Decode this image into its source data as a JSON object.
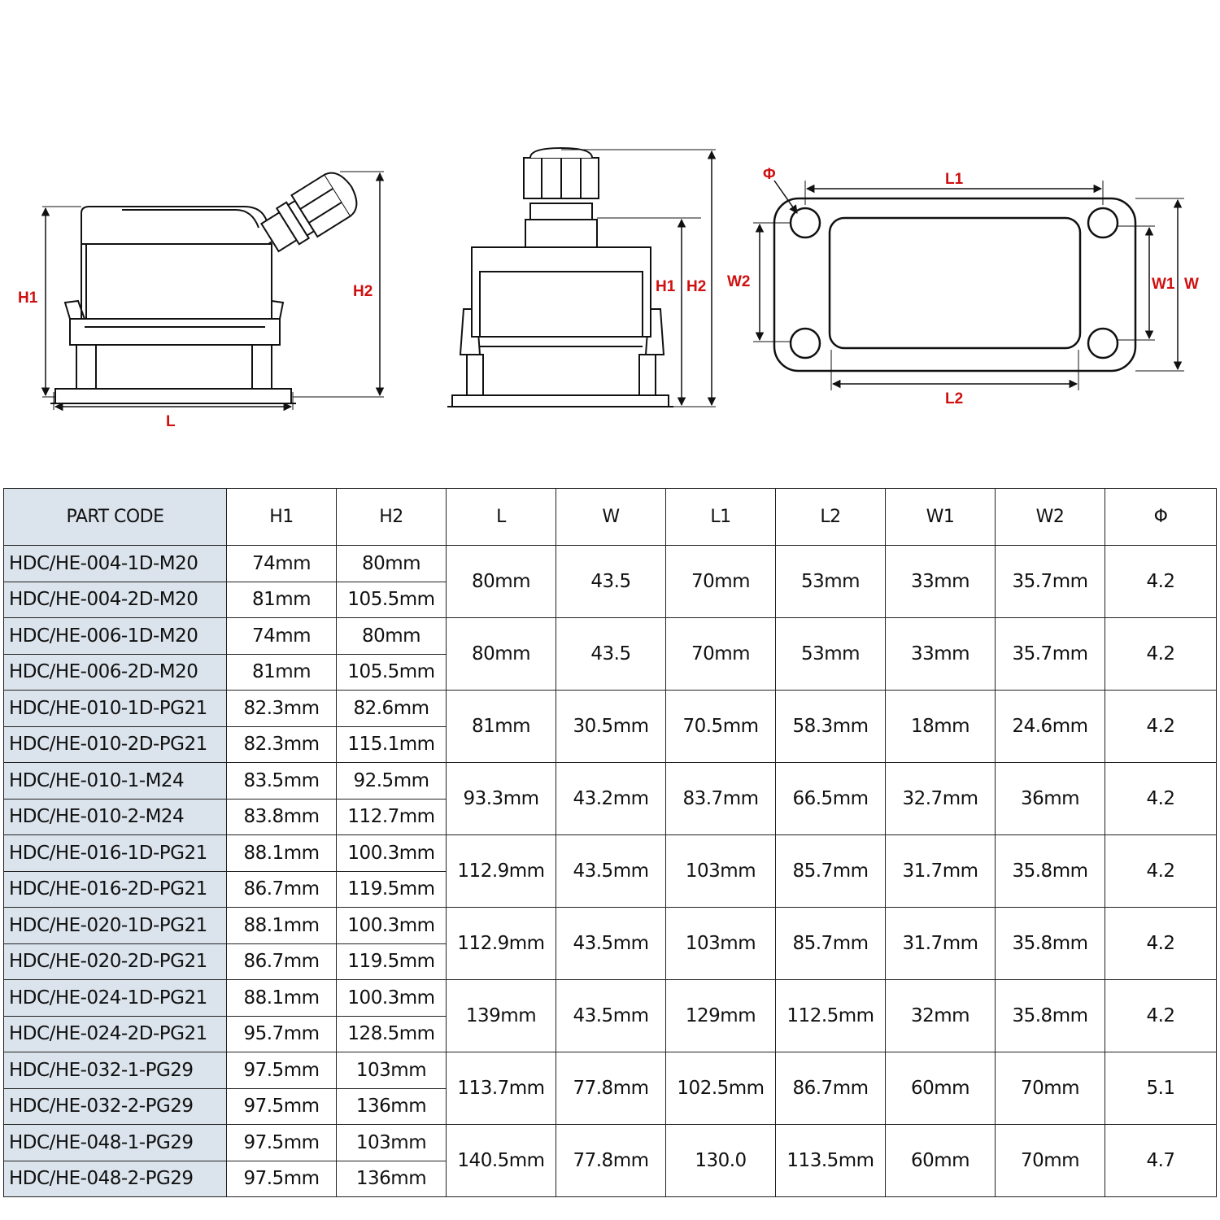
{
  "drawings": {
    "side_view": {
      "labels": {
        "h1": "H1",
        "h2": "H2",
        "l": "L"
      }
    },
    "front_view": {
      "labels": {
        "h1": "H1",
        "h2": "H2"
      }
    },
    "top_view": {
      "labels": {
        "phi": "Φ",
        "l1": "L1",
        "l2": "L2",
        "w1": "W1",
        "w2": "W2",
        "w": "W"
      }
    },
    "label_color": "#d01010"
  },
  "table": {
    "header_color": "#dbe3ec",
    "columns": [
      "PART CODE",
      "H1",
      "H2",
      "L",
      "W",
      "L1",
      "L2",
      "W1",
      "W2",
      "Φ"
    ],
    "groups": [
      {
        "parts": [
          {
            "code": "HDC/HE-004-1D-M20",
            "h1": "74mm",
            "h2": "80mm"
          },
          {
            "code": "HDC/HE-004-2D-M20",
            "h1": "81mm",
            "h2": "105.5mm"
          }
        ],
        "l": "80mm",
        "w": "43.5",
        "l1": "70mm",
        "l2": "53mm",
        "w1": "33mm",
        "w2": "35.7mm",
        "phi": "4.2"
      },
      {
        "parts": [
          {
            "code": "HDC/HE-006-1D-M20",
            "h1": "74mm",
            "h2": "80mm"
          },
          {
            "code": "HDC/HE-006-2D-M20",
            "h1": "81mm",
            "h2": "105.5mm"
          }
        ],
        "l": "80mm",
        "w": "43.5",
        "l1": "70mm",
        "l2": "53mm",
        "w1": "33mm",
        "w2": "35.7mm",
        "phi": "4.2"
      },
      {
        "parts": [
          {
            "code": "HDC/HE-010-1D-PG21",
            "h1": "82.3mm",
            "h2": "82.6mm"
          },
          {
            "code": "HDC/HE-010-2D-PG21",
            "h1": "82.3mm",
            "h2": "115.1mm"
          }
        ],
        "l": "81mm",
        "w": "30.5mm",
        "l1": "70.5mm",
        "l2": "58.3mm",
        "w1": "18mm",
        "w2": "24.6mm",
        "phi": "4.2"
      },
      {
        "parts": [
          {
            "code": "HDC/HE-010-1-M24",
            "h1": "83.5mm",
            "h2": "92.5mm"
          },
          {
            "code": "HDC/HE-010-2-M24",
            "h1": "83.8mm",
            "h2": "112.7mm"
          }
        ],
        "l": "93.3mm",
        "w": "43.2mm",
        "l1": "83.7mm",
        "l2": "66.5mm",
        "w1": "32.7mm",
        "w2": "36mm",
        "phi": "4.2"
      },
      {
        "parts": [
          {
            "code": "HDC/HE-016-1D-PG21",
            "h1": "88.1mm",
            "h2": "100.3mm"
          },
          {
            "code": "HDC/HE-016-2D-PG21",
            "h1": "86.7mm",
            "h2": "119.5mm"
          }
        ],
        "l": "112.9mm",
        "w": "43.5mm",
        "l1": "103mm",
        "l2": "85.7mm",
        "w1": "31.7mm",
        "w2": "35.8mm",
        "phi": "4.2"
      },
      {
        "parts": [
          {
            "code": "HDC/HE-020-1D-PG21",
            "h1": "88.1mm",
            "h2": "100.3mm"
          },
          {
            "code": "HDC/HE-020-2D-PG21",
            "h1": "86.7mm",
            "h2": "119.5mm"
          }
        ],
        "l": "112.9mm",
        "w": "43.5mm",
        "l1": "103mm",
        "l2": "85.7mm",
        "w1": "31.7mm",
        "w2": "35.8mm",
        "phi": "4.2"
      },
      {
        "parts": [
          {
            "code": "HDC/HE-024-1D-PG21",
            "h1": "88.1mm",
            "h2": "100.3mm"
          },
          {
            "code": "HDC/HE-024-2D-PG21",
            "h1": "95.7mm",
            "h2": "128.5mm"
          }
        ],
        "l": "139mm",
        "w": "43.5mm",
        "l1": "129mm",
        "l2": "112.5mm",
        "w1": "32mm",
        "w2": "35.8mm",
        "phi": "4.2"
      },
      {
        "parts": [
          {
            "code": "HDC/HE-032-1-PG29",
            "h1": "97.5mm",
            "h2": "103mm"
          },
          {
            "code": "HDC/HE-032-2-PG29",
            "h1": "97.5mm",
            "h2": "136mm"
          }
        ],
        "l": "113.7mm",
        "w": "77.8mm",
        "l1": "102.5mm",
        "l2": "86.7mm",
        "w1": "60mm",
        "w2": "70mm",
        "phi": "5.1"
      },
      {
        "parts": [
          {
            "code": "HDC/HE-048-1-PG29",
            "h1": "97.5mm",
            "h2": "103mm"
          },
          {
            "code": "HDC/HE-048-2-PG29",
            "h1": "97.5mm",
            "h2": "136mm"
          }
        ],
        "l": "140.5mm",
        "w": "77.8mm",
        "l1": "130.0",
        "l2": "113.5mm",
        "w1": "60mm",
        "w2": "70mm",
        "phi": "4.7"
      }
    ]
  }
}
